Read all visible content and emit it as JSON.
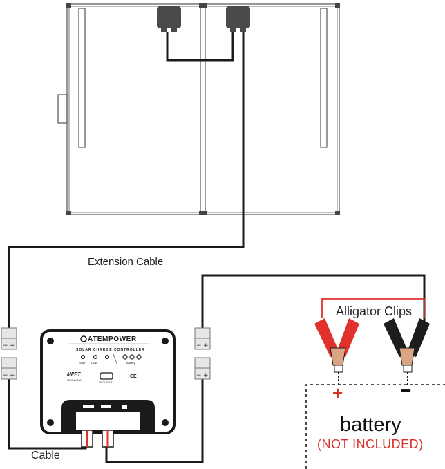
{
  "labels": {
    "extension_cable": "Extension Cable",
    "alligator_clips": "Alligator Clips",
    "cable": "Cable",
    "battery": "battery",
    "not_included": "(NOT INCLUDED)",
    "plus_sign": "+",
    "minus_sign": "−"
  },
  "controller": {
    "brand": "ATEMPOWER",
    "title": "SOLAR CHARGE CONTROLLER",
    "indicator_solar": "Solar",
    "indicator_load": "Load",
    "indicator_battery": "Battery",
    "mode": "MPPT",
    "spec": "12V/24V 30A",
    "cert": "CE",
    "usb_label": "5V OUTPUT"
  },
  "colors": {
    "line": "#1a1a1a",
    "frame": "#555555",
    "red_clip": "#e0312b",
    "red_text": "#d8302a",
    "black_clip": "#1d1d1d",
    "copper_jaw": "#d9a582",
    "connector": "#4a4a4a"
  },
  "icons": [
    "mc4-connector-icon",
    "alligator-clip-icon",
    "charge-controller-icon",
    "solar-panel-icon"
  ]
}
